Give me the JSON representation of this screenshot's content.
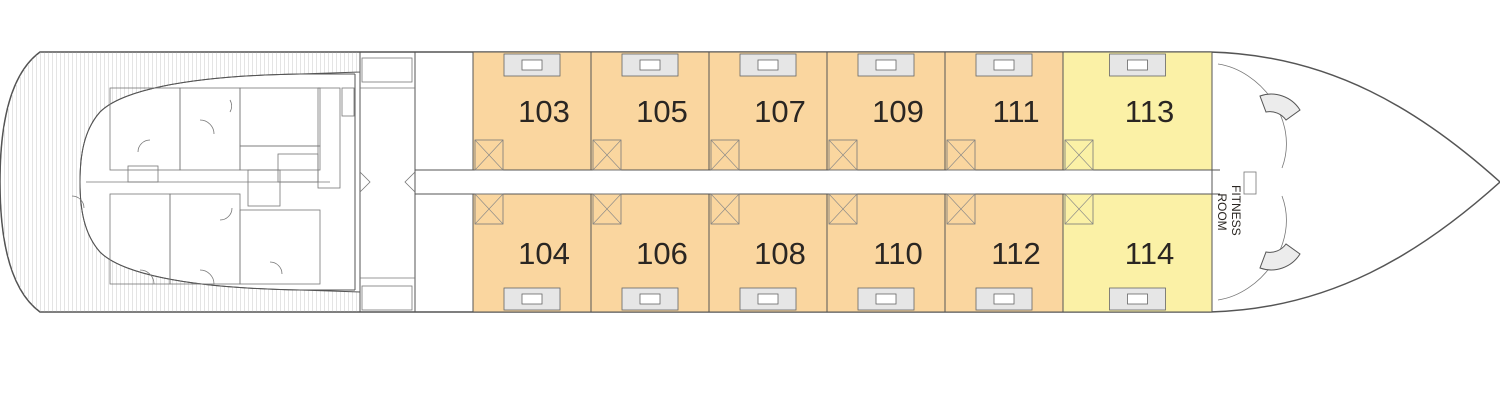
{
  "deck_plan": {
    "colors": {
      "standard_cabin": "#fad69f",
      "suite_cabin": "#fbf1a6",
      "outline": "#555555",
      "text": "#2a2622"
    },
    "cabins_top": [
      {
        "number": "103",
        "category": "standard"
      },
      {
        "number": "105",
        "category": "standard"
      },
      {
        "number": "107",
        "category": "standard"
      },
      {
        "number": "109",
        "category": "standard"
      },
      {
        "number": "111",
        "category": "standard"
      },
      {
        "number": "113",
        "category": "suite"
      }
    ],
    "cabins_bottom": [
      {
        "number": "104",
        "category": "standard"
      },
      {
        "number": "106",
        "category": "standard"
      },
      {
        "number": "108",
        "category": "standard"
      },
      {
        "number": "110",
        "category": "standard"
      },
      {
        "number": "112",
        "category": "standard"
      },
      {
        "number": "114",
        "category": "suite"
      }
    ],
    "fitness_room": {
      "line1": "FITNESS",
      "line2": "ROOM"
    }
  }
}
